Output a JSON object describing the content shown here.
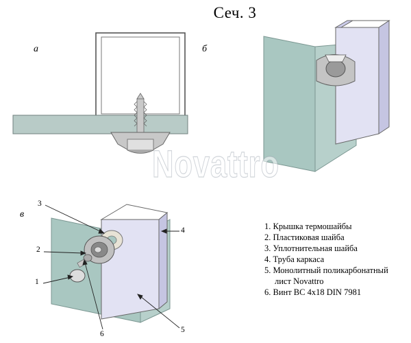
{
  "title": "Сеч. 3",
  "panels": {
    "a": "а",
    "b": "б",
    "v": "в"
  },
  "watermark": "Novattro",
  "callouts": [
    "1",
    "2",
    "3",
    "4",
    "5",
    "6"
  ],
  "legend": [
    "1. Крышка термошайбы",
    "2. Пластиковая шайба",
    "3. Уплотнительная шайба",
    "4. Труба каркаса",
    "5. Монолитный поликарбонатный",
    "лист Novattro",
    "6. Винт ВС 4х18 DIN 7981"
  ],
  "colors": {
    "glass": "#a9c7c1",
    "glass_dark": "#8fb1ab",
    "tube_face": "#dcdcf0",
    "tube_side": "#c7c7e2",
    "metal": "#b8b8b8"
  }
}
